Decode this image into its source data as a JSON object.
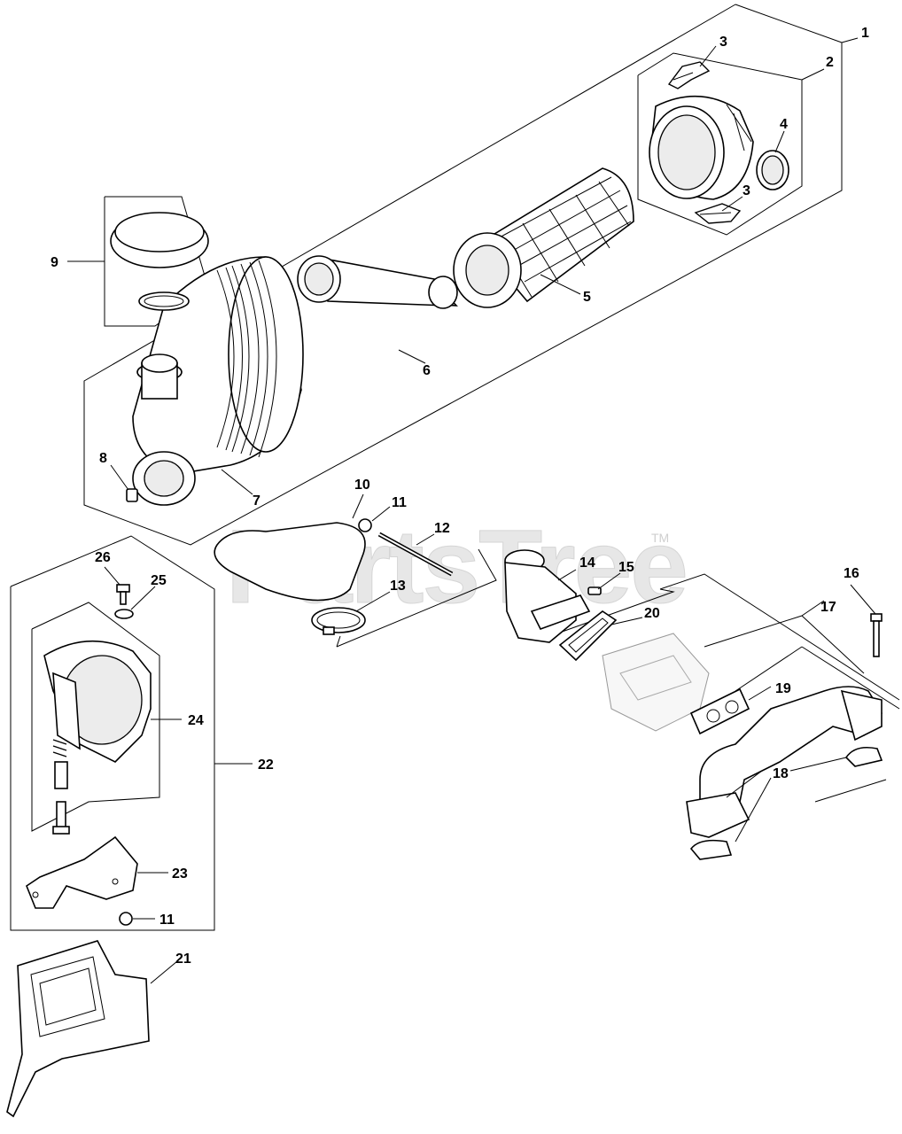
{
  "watermark": {
    "text": "PartsTree",
    "trademark": "TM"
  },
  "callouts": {
    "c1": "1",
    "c2": "2",
    "c3a": "3",
    "c3b": "3",
    "c4": "4",
    "c5": "5",
    "c6": "6",
    "c7": "7",
    "c8": "8",
    "c9": "9",
    "c10": "10",
    "c11a": "11",
    "c11b": "11",
    "c12": "12",
    "c13": "13",
    "c14": "14",
    "c15": "15",
    "c16": "16",
    "c17": "17",
    "c18": "18",
    "c19": "19",
    "c20": "20",
    "c21": "21",
    "c22": "22",
    "c23": "23",
    "c24": "24",
    "c25": "25",
    "c26": "26"
  }
}
